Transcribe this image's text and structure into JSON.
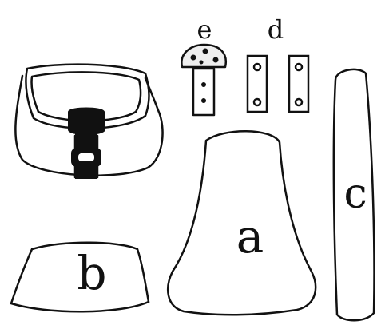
{
  "diagram": {
    "parts": [
      {
        "id": "a",
        "label": "a"
      },
      {
        "id": "b",
        "label": "b"
      },
      {
        "id": "c",
        "label": "c"
      },
      {
        "id": "d",
        "label": "d"
      },
      {
        "id": "e",
        "label": "e"
      }
    ],
    "colors": {
      "ink": "#111111",
      "paper": "#ffffff",
      "hardware_fill": "#eeeeee"
    }
  }
}
